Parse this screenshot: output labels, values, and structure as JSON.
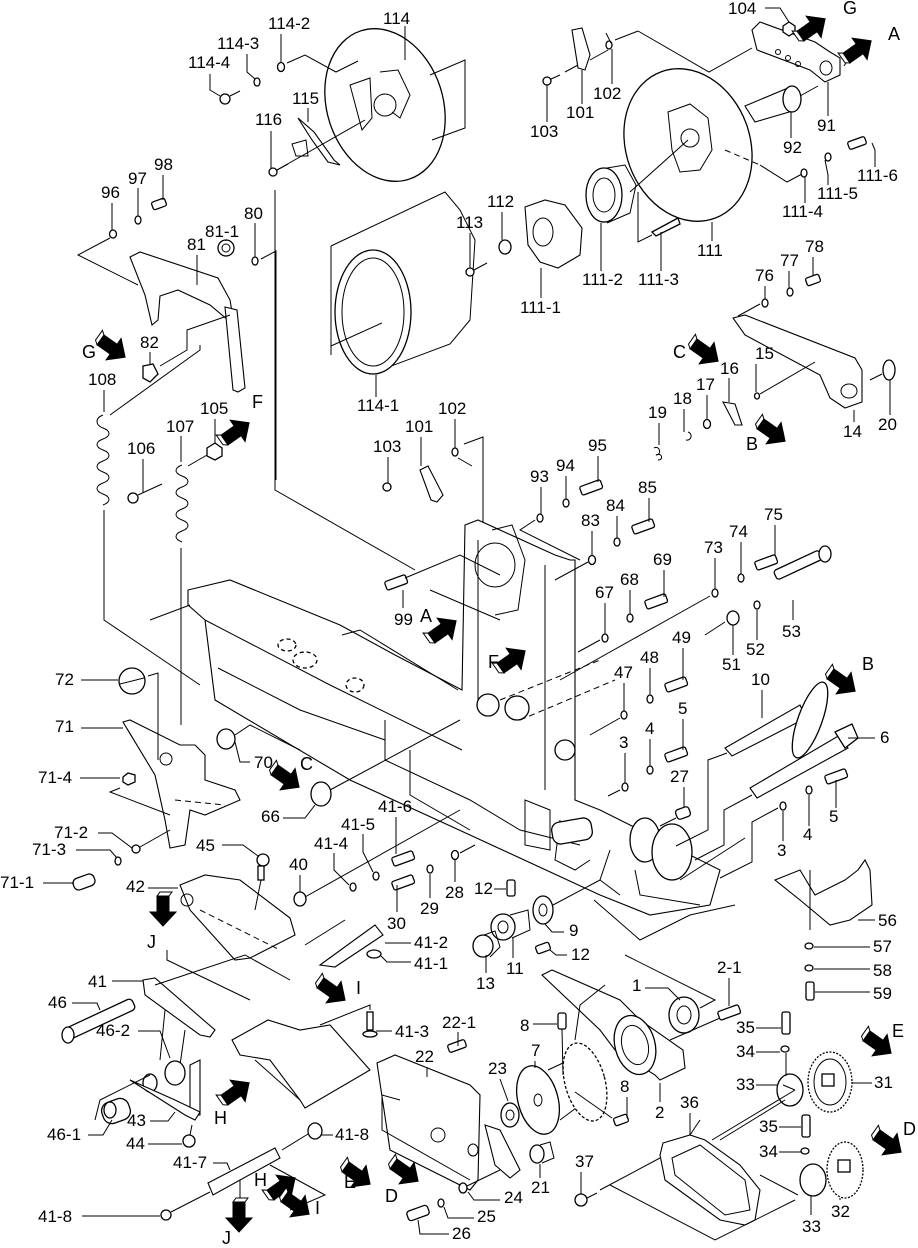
{
  "diagram": {
    "type": "exploded parts diagram",
    "part_labels": [
      {
        "id": "114",
        "text": "114"
      },
      {
        "id": "114-2",
        "text": "114-2"
      },
      {
        "id": "114-3",
        "text": "114-3"
      },
      {
        "id": "114-4",
        "text": "114-4"
      },
      {
        "id": "115",
        "text": "115"
      },
      {
        "id": "116",
        "text": "116"
      },
      {
        "id": "96",
        "text": "96"
      },
      {
        "id": "97",
        "text": "97"
      },
      {
        "id": "98",
        "text": "98"
      },
      {
        "id": "80",
        "text": "80"
      },
      {
        "id": "81-1",
        "text": "81-1"
      },
      {
        "id": "81",
        "text": "81"
      },
      {
        "id": "82",
        "text": "82"
      },
      {
        "id": "108",
        "text": "108"
      },
      {
        "id": "107",
        "text": "107"
      },
      {
        "id": "106",
        "text": "106"
      },
      {
        "id": "105",
        "text": "105"
      },
      {
        "id": "114-1",
        "text": "114-1"
      },
      {
        "id": "113",
        "text": "113"
      },
      {
        "id": "112",
        "text": "112"
      },
      {
        "id": "111-1",
        "text": "111-1"
      },
      {
        "id": "111-2",
        "text": "111-2"
      },
      {
        "id": "111-3",
        "text": "111-3"
      },
      {
        "id": "111",
        "text": "111"
      },
      {
        "id": "111-4",
        "text": "111-4"
      },
      {
        "id": "111-5",
        "text": "111-5"
      },
      {
        "id": "111-6",
        "text": "111-6"
      },
      {
        "id": "104",
        "text": "104"
      },
      {
        "id": "91",
        "text": "91"
      },
      {
        "id": "92",
        "text": "92"
      },
      {
        "id": "101a",
        "text": "101"
      },
      {
        "id": "102a",
        "text": "102"
      },
      {
        "id": "103a",
        "text": "103"
      },
      {
        "id": "76",
        "text": "76"
      },
      {
        "id": "77",
        "text": "77"
      },
      {
        "id": "78",
        "text": "78"
      },
      {
        "id": "15",
        "text": "15"
      },
      {
        "id": "16",
        "text": "16"
      },
      {
        "id": "17",
        "text": "17"
      },
      {
        "id": "18",
        "text": "18"
      },
      {
        "id": "19",
        "text": "19"
      },
      {
        "id": "14",
        "text": "14"
      },
      {
        "id": "20",
        "text": "20"
      },
      {
        "id": "101b",
        "text": "101"
      },
      {
        "id": "102b",
        "text": "102"
      },
      {
        "id": "103b",
        "text": "103"
      },
      {
        "id": "93",
        "text": "93"
      },
      {
        "id": "94",
        "text": "94"
      },
      {
        "id": "95",
        "text": "95"
      },
      {
        "id": "83",
        "text": "83"
      },
      {
        "id": "84",
        "text": "84"
      },
      {
        "id": "85",
        "text": "85"
      },
      {
        "id": "73",
        "text": "73"
      },
      {
        "id": "74",
        "text": "74"
      },
      {
        "id": "75",
        "text": "75"
      },
      {
        "id": "99",
        "text": "99"
      },
      {
        "id": "67",
        "text": "67"
      },
      {
        "id": "68",
        "text": "68"
      },
      {
        "id": "69",
        "text": "69"
      },
      {
        "id": "53",
        "text": "53"
      },
      {
        "id": "52",
        "text": "52"
      },
      {
        "id": "51",
        "text": "51"
      },
      {
        "id": "49",
        "text": "49"
      },
      {
        "id": "48",
        "text": "48"
      },
      {
        "id": "47",
        "text": "47"
      },
      {
        "id": "10",
        "text": "10"
      },
      {
        "id": "6",
        "text": "6"
      },
      {
        "id": "5a",
        "text": "5"
      },
      {
        "id": "4a",
        "text": "4"
      },
      {
        "id": "3a",
        "text": "3"
      },
      {
        "id": "27",
        "text": "27"
      },
      {
        "id": "5b",
        "text": "5"
      },
      {
        "id": "4b",
        "text": "4"
      },
      {
        "id": "3b",
        "text": "3"
      },
      {
        "id": "72",
        "text": "72"
      },
      {
        "id": "71",
        "text": "71"
      },
      {
        "id": "70",
        "text": "70"
      },
      {
        "id": "71-4",
        "text": "71-4"
      },
      {
        "id": "66",
        "text": "66"
      },
      {
        "id": "71-2",
        "text": "71-2"
      },
      {
        "id": "71-3",
        "text": "71-3"
      },
      {
        "id": "71-1",
        "text": "71-1"
      },
      {
        "id": "45",
        "text": "45"
      },
      {
        "id": "42",
        "text": "42"
      },
      {
        "id": "40",
        "text": "40"
      },
      {
        "id": "41-4",
        "text": "41-4"
      },
      {
        "id": "41-5",
        "text": "41-5"
      },
      {
        "id": "41-6",
        "text": "41-6"
      },
      {
        "id": "30",
        "text": "30"
      },
      {
        "id": "29",
        "text": "29"
      },
      {
        "id": "28",
        "text": "28"
      },
      {
        "id": "12a",
        "text": "12"
      },
      {
        "id": "9",
        "text": "9"
      },
      {
        "id": "12b",
        "text": "12"
      },
      {
        "id": "11",
        "text": "11"
      },
      {
        "id": "13",
        "text": "13"
      },
      {
        "id": "56",
        "text": "56"
      },
      {
        "id": "57",
        "text": "57"
      },
      {
        "id": "58",
        "text": "58"
      },
      {
        "id": "59",
        "text": "59"
      },
      {
        "id": "41-2",
        "text": "41-2"
      },
      {
        "id": "41-1",
        "text": "41-1"
      },
      {
        "id": "41",
        "text": "41"
      },
      {
        "id": "46",
        "text": "46"
      },
      {
        "id": "46-2",
        "text": "46-2"
      },
      {
        "id": "41-3",
        "text": "41-3"
      },
      {
        "id": "22-1",
        "text": "22-1"
      },
      {
        "id": "22",
        "text": "22"
      },
      {
        "id": "8a",
        "text": "8"
      },
      {
        "id": "7",
        "text": "7"
      },
      {
        "id": "1",
        "text": "1"
      },
      {
        "id": "2-1",
        "text": "2-1"
      },
      {
        "id": "35a",
        "text": "35"
      },
      {
        "id": "34a",
        "text": "34"
      },
      {
        "id": "33a",
        "text": "33"
      },
      {
        "id": "31",
        "text": "31"
      },
      {
        "id": "23",
        "text": "23"
      },
      {
        "id": "8b",
        "text": "8"
      },
      {
        "id": "2",
        "text": "2"
      },
      {
        "id": "36",
        "text": "36"
      },
      {
        "id": "35b",
        "text": "35"
      },
      {
        "id": "34b",
        "text": "34"
      },
      {
        "id": "46-1",
        "text": "46-1"
      },
      {
        "id": "43",
        "text": "43"
      },
      {
        "id": "44",
        "text": "44"
      },
      {
        "id": "41-8a",
        "text": "41-8"
      },
      {
        "id": "41-7",
        "text": "41-7"
      },
      {
        "id": "21",
        "text": "21"
      },
      {
        "id": "37",
        "text": "37"
      },
      {
        "id": "32",
        "text": "32"
      },
      {
        "id": "33b",
        "text": "33"
      },
      {
        "id": "24",
        "text": "24"
      },
      {
        "id": "25",
        "text": "25"
      },
      {
        "id": "26",
        "text": "26"
      },
      {
        "id": "41-8b",
        "text": "41-8"
      }
    ],
    "reference_arrows": [
      {
        "id": "G1",
        "text": "G"
      },
      {
        "id": "A1",
        "text": "A"
      },
      {
        "id": "G2",
        "text": "G"
      },
      {
        "id": "F1",
        "text": "F"
      },
      {
        "id": "C1",
        "text": "C"
      },
      {
        "id": "B1",
        "text": "B"
      },
      {
        "id": "A2",
        "text": "A"
      },
      {
        "id": "F2",
        "text": "F"
      },
      {
        "id": "B2",
        "text": "B"
      },
      {
        "id": "C2",
        "text": "C"
      },
      {
        "id": "J1",
        "text": "J"
      },
      {
        "id": "I1",
        "text": "I"
      },
      {
        "id": "E1",
        "text": "E"
      },
      {
        "id": "H1",
        "text": "H"
      },
      {
        "id": "D1",
        "text": "D"
      },
      {
        "id": "E2",
        "text": "E"
      },
      {
        "id": "D2",
        "text": "D"
      },
      {
        "id": "H2",
        "text": "H"
      },
      {
        "id": "I2",
        "text": "I"
      },
      {
        "id": "J2",
        "text": "J"
      }
    ]
  }
}
